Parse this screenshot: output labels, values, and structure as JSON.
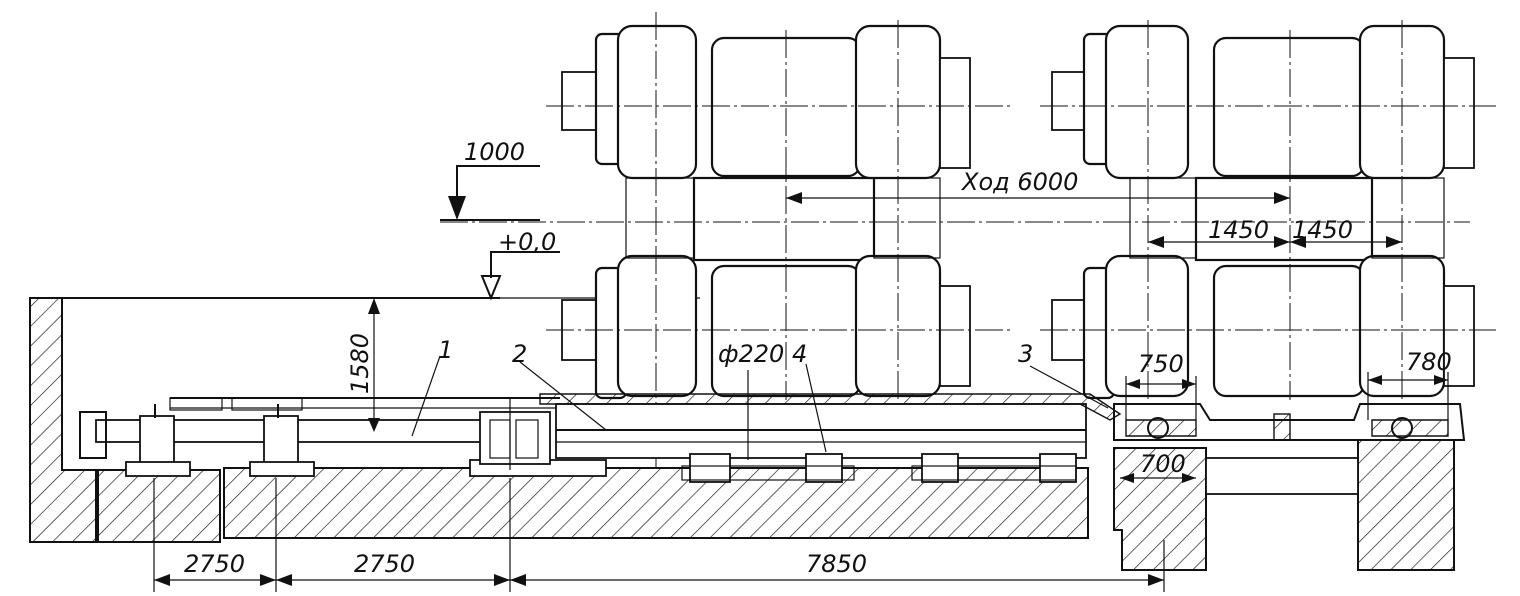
{
  "labels": {
    "elevation_top": "1000",
    "elevation_zero": "+0,0",
    "depth_1580": "1580",
    "stroke_label": "Ход 6000",
    "offset_left_1450": "1450",
    "offset_right_1450": "1450",
    "diameter": "ф220",
    "width_750": "750",
    "width_780": "780",
    "width_700": "700",
    "span_2750_a": "2750",
    "span_2750_b": "2750",
    "span_7850": "7850"
  },
  "callouts": {
    "part_1": "1",
    "part_2": "2",
    "part_3": "3",
    "part_4": "4"
  }
}
